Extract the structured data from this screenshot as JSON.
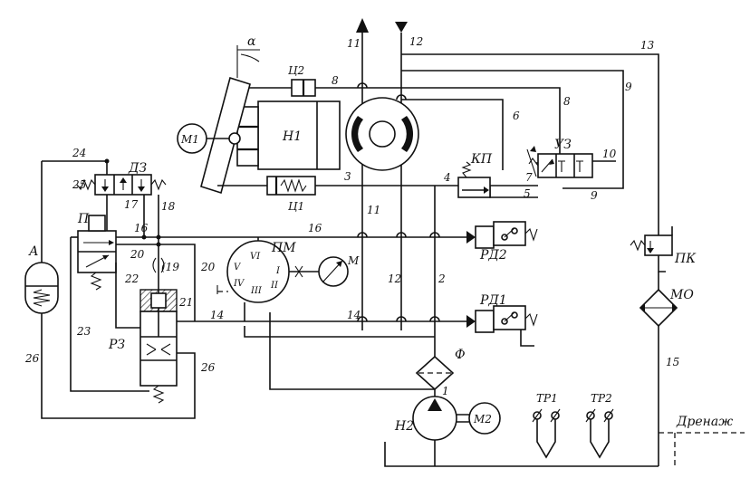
{
  "components": {
    "m1": "М1",
    "n1": "Н1",
    "c1": "Ц1",
    "c2": "Ц2",
    "alpha": "α",
    "kp": "КП",
    "uz": "УЗ",
    "dz": "ДЗ",
    "p": "П",
    "pm": "ПМ",
    "m": "М",
    "rd2": "РД2",
    "rd1": "РД1",
    "a": "А",
    "rz": "РЗ",
    "f": "Ф",
    "n2": "Н2",
    "m2": "М2",
    "tr1": "ТР1",
    "tr2": "ТР2",
    "pk": "ПК",
    "mo": "МО",
    "drain": "Дренаж"
  },
  "pm_ports": [
    "I",
    "II",
    "III",
    "IV",
    "V",
    "VI"
  ],
  "lines": {
    "l1": "1",
    "l2": "2",
    "l3": "3",
    "l4": "4",
    "l5": "5",
    "l6": "6",
    "l7": "7",
    "l8a": "8",
    "l8b": "8",
    "l9a": "9",
    "l9b": "9",
    "l10": "10",
    "l11a": "11",
    "l11b": "11",
    "l12a": "12",
    "l12b": "12",
    "l13": "13",
    "l14a": "14",
    "l14b": "14",
    "l15": "15",
    "l16a": "16",
    "l16b": "16",
    "l17": "17",
    "l18": "18",
    "l19": "(19",
    "l20a": "20",
    "l20b": "20",
    "l21": "21",
    "l22": "22",
    "l23": "23",
    "l24": "24",
    "l25": "25",
    "l26a": "26",
    "l26b": "26"
  }
}
